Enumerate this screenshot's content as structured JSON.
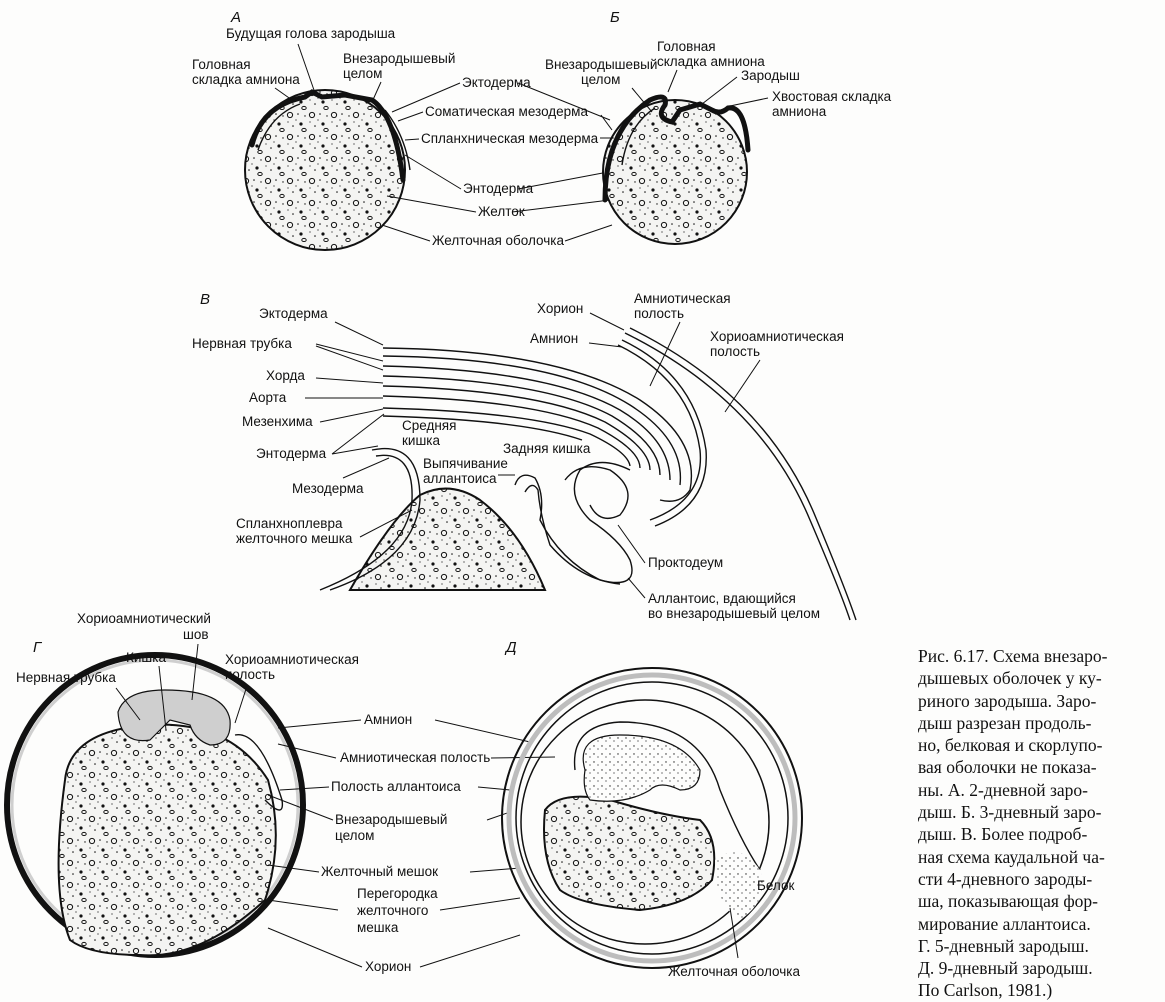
{
  "panels": {
    "A": {
      "letter": "А",
      "labels": {
        "future_head": "Будущая голова зародыша",
        "head_fold_1": "Головная",
        "head_fold_2": "складка амниона",
        "coelom_1": "Внезародышевый",
        "coelom_2": "целом",
        "ectoderm": "Эктодерма",
        "somatic_mesoderm": "Соматическая мезодерма",
        "splanchnic_mesoderm": "Спланхническая мезодерма",
        "endoderm": "Энтодерма",
        "yolk": "Желток",
        "vitelline_membrane": "Желточная оболочка"
      }
    },
    "B": {
      "letter": "Б",
      "labels": {
        "coelom_1": "Внезародышевый",
        "coelom_2": "целом",
        "head_fold_1": "Головная",
        "head_fold_2": "складка амниона",
        "embryo": "Зародыш",
        "tail_fold_1": "Хвостовая складка",
        "tail_fold_2": "амниона"
      }
    },
    "V": {
      "letter": "В",
      "labels": {
        "ectoderm": "Эктодерма",
        "neural_tube": "Нервная трубка",
        "notochord": "Хорда",
        "aorta": "Аорта",
        "mesenchyme": "Мезенхима",
        "midgut_1": "Средняя",
        "midgut_2": "кишка",
        "endoderm": "Энтодерма",
        "mesoderm": "Мезодерма",
        "splanchnopleure_1": "Спланхноплевра",
        "splanchnopleure_2": "желточного мешка",
        "hindgut": "Задняя кишка",
        "allantois_bud_1": "Выпячивание",
        "allantois_bud_2": "аллантоиса",
        "chorion": "Хорион",
        "amnion": "Амнион",
        "amniotic_cavity_1": "Амниотическая",
        "amniotic_cavity_2": "полость",
        "chorioamniotic_cavity_1": "Хориоамниотическая",
        "chorioamniotic_cavity_2": "полость",
        "proctodeum": "Проктодеум",
        "allantois_1": "Аллантоис, вдающийся",
        "allantois_2": "во внезародышевый целом"
      }
    },
    "G": {
      "letter": "Г",
      "labels": {
        "suture_1": "Хориоамниотический",
        "suture_2": "шов",
        "gut": "Кишка",
        "neural_tube": "Нервная трубка",
        "chorioamniotic_cavity_1": "Хориоамниотическая",
        "chorioamniotic_cavity_2": "полость"
      }
    },
    "D": {
      "letter": "Д",
      "labels": {
        "albumen": "Белок",
        "vitelline_membrane": "Желточная оболочка"
      }
    },
    "shared": {
      "amnion": "Амнион",
      "amniotic_cavity": "Амниотическая полость",
      "allantois_cavity": "Полость аллантоиса",
      "coelom_1": "Внезародышевый",
      "coelom_2": "целом",
      "yolk_sac": "Желточный мешок",
      "septum_1": "Перегородка",
      "septum_2": "желточного",
      "septum_3": "мешка",
      "chorion": "Хорион"
    }
  },
  "caption": {
    "lines": [
      "Рис. 6.17. Схема внезаро-",
      "дышевых оболочек у ку-",
      "риного зародыша. Заро-",
      "дыш разрезан продоль-",
      "но, белковая и скорлупо-",
      "вая оболочки не показа-",
      "ны. А. 2-дневной заро-",
      "дыш. Б. 3-дневный заро-",
      "дыш. В. Более подроб-",
      "ная схема каудальной ча-",
      "сти 4-дневного зароды-",
      "ша, показывающая фор-",
      "мирование аллантоиса.",
      "Г. 5-дневный зародыш.",
      "Д. 9-дневный зародыш.",
      "По Carlson, 1981.)"
    ]
  }
}
